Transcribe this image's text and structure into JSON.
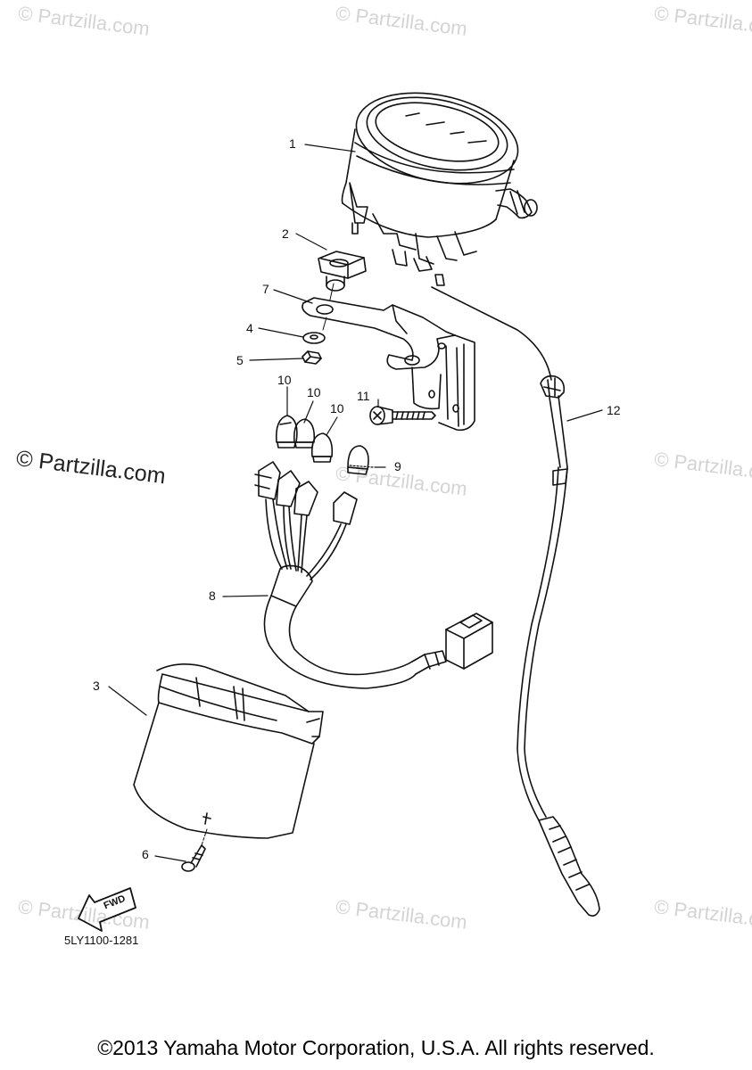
{
  "watermarks": {
    "brand": "© Partzilla.com",
    "brand_large": "© Partzilla.com"
  },
  "callouts": {
    "c1": "1",
    "c2": "2",
    "c3": "3",
    "c4": "4",
    "c5": "5",
    "c6": "6",
    "c7": "7",
    "c8": "8",
    "c9": "9",
    "c10a": "10",
    "c10b": "10",
    "c10c": "10",
    "c11": "11",
    "c12": "12"
  },
  "fwd_label": "FWD",
  "diagram_code": "5LY1100-1281",
  "copyright": "©2013 Yamaha Motor Corporation, U.S.A. All rights reserved.",
  "colors": {
    "line": "#111111",
    "watermark": "#d4d4d4",
    "background": "#ffffff"
  }
}
